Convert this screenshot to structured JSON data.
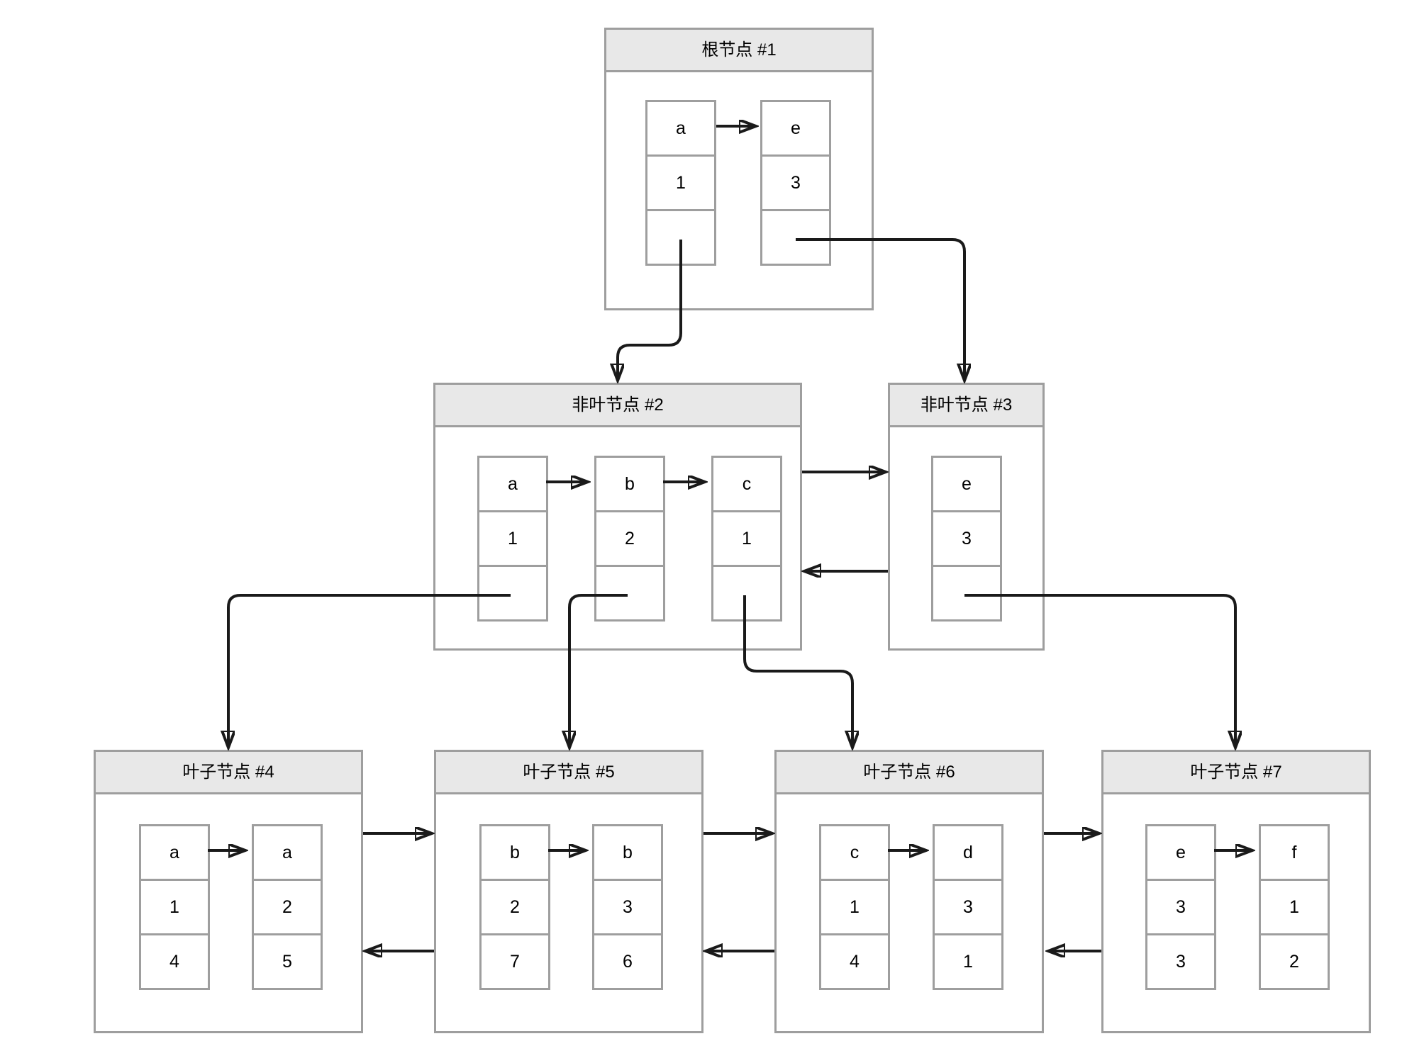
{
  "diagram_type": "b-plus-tree",
  "colors": {
    "background": "#ffffff",
    "node_border": "#9e9e9e",
    "title_fill": "#e8e8e8",
    "cell_fill": "#ffffff",
    "arrow": "#1a1a1a",
    "text": "#000000"
  },
  "nodes": [
    {
      "id": "root",
      "title": "根节点 #1",
      "cells": [
        {
          "rows": [
            "a",
            "1",
            ""
          ]
        },
        {
          "rows": [
            "e",
            "3",
            ""
          ]
        }
      ]
    },
    {
      "id": "internal-2",
      "title": "非叶节点 #2",
      "cells": [
        {
          "rows": [
            "a",
            "1",
            ""
          ]
        },
        {
          "rows": [
            "b",
            "2",
            ""
          ]
        },
        {
          "rows": [
            "c",
            "1",
            ""
          ]
        }
      ]
    },
    {
      "id": "internal-3",
      "title": "非叶节点 #3",
      "cells": [
        {
          "rows": [
            "e",
            "3",
            ""
          ]
        }
      ]
    },
    {
      "id": "leaf-4",
      "title": "叶子节点 #4",
      "cells": [
        {
          "rows": [
            "a",
            "1",
            "4"
          ]
        },
        {
          "rows": [
            "a",
            "2",
            "5"
          ]
        }
      ]
    },
    {
      "id": "leaf-5",
      "title": "叶子节点 #5",
      "cells": [
        {
          "rows": [
            "b",
            "2",
            "7"
          ]
        },
        {
          "rows": [
            "b",
            "3",
            "6"
          ]
        }
      ]
    },
    {
      "id": "leaf-6",
      "title": "叶子节点 #6",
      "cells": [
        {
          "rows": [
            "c",
            "1",
            "4"
          ]
        },
        {
          "rows": [
            "d",
            "3",
            "1"
          ]
        }
      ]
    },
    {
      "id": "leaf-7",
      "title": "叶子节点 #7",
      "cells": [
        {
          "rows": [
            "e",
            "3",
            "3"
          ]
        },
        {
          "rows": [
            "f",
            "1",
            "2"
          ]
        }
      ]
    }
  ],
  "edges": [
    {
      "from": "root.cell-a.pointer",
      "to": "internal-2",
      "type": "child-pointer"
    },
    {
      "from": "root.cell-e.pointer",
      "to": "internal-3",
      "type": "child-pointer"
    },
    {
      "from": "internal-2.cell-a.pointer",
      "to": "leaf-4",
      "type": "child-pointer"
    },
    {
      "from": "internal-2.cell-b.pointer",
      "to": "leaf-5",
      "type": "child-pointer"
    },
    {
      "from": "internal-2.cell-c.pointer",
      "to": "leaf-6",
      "type": "child-pointer"
    },
    {
      "from": "internal-3.cell-e.pointer",
      "to": "leaf-7",
      "type": "child-pointer"
    },
    {
      "from": "internal-2",
      "to": "internal-3",
      "type": "next-sibling"
    },
    {
      "from": "internal-3",
      "to": "internal-2",
      "type": "prev-sibling"
    },
    {
      "from": "leaf-4",
      "to": "leaf-5",
      "type": "next-sibling"
    },
    {
      "from": "leaf-5",
      "to": "leaf-4",
      "type": "prev-sibling"
    },
    {
      "from": "leaf-5",
      "to": "leaf-6",
      "type": "next-sibling"
    },
    {
      "from": "leaf-6",
      "to": "leaf-5",
      "type": "prev-sibling"
    },
    {
      "from": "leaf-6",
      "to": "leaf-7",
      "type": "next-sibling"
    },
    {
      "from": "leaf-7",
      "to": "leaf-6",
      "type": "prev-sibling"
    },
    {
      "from": "root.cell-a",
      "to": "root.cell-e",
      "type": "record-link"
    },
    {
      "from": "internal-2.cell-a",
      "to": "internal-2.cell-b",
      "type": "record-link"
    },
    {
      "from": "internal-2.cell-b",
      "to": "internal-2.cell-c",
      "type": "record-link"
    },
    {
      "from": "leaf-4.cell-1",
      "to": "leaf-4.cell-2",
      "type": "record-link"
    },
    {
      "from": "leaf-5.cell-1",
      "to": "leaf-5.cell-2",
      "type": "record-link"
    },
    {
      "from": "leaf-6.cell-1",
      "to": "leaf-6.cell-2",
      "type": "record-link"
    },
    {
      "from": "leaf-7.cell-1",
      "to": "leaf-7.cell-2",
      "type": "record-link"
    }
  ]
}
